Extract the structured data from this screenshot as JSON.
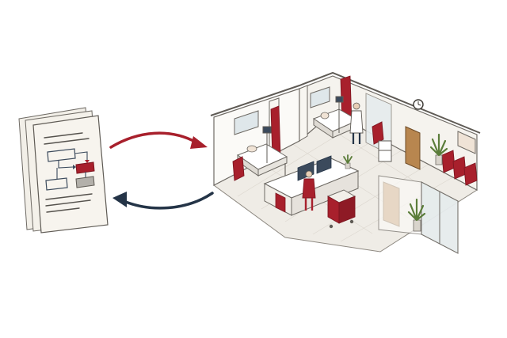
{
  "diagram": {
    "left_item": "document-stack-with-flowchart",
    "right_item": "isometric-hospital-ward-cutaway",
    "arrow_top_direction": "document-to-ward",
    "arrow_bottom_direction": "ward-to-document"
  },
  "colors": {
    "accent_red": "#a8202c",
    "dark_navy": "#243447",
    "paper": "#f7f4ee",
    "floor": "#efece6",
    "wall": "#fbfaf7",
    "outline": "#6e6a64",
    "glass": "#dfe7ea",
    "wood": "#b8864f",
    "plant": "#5b7d3a"
  }
}
